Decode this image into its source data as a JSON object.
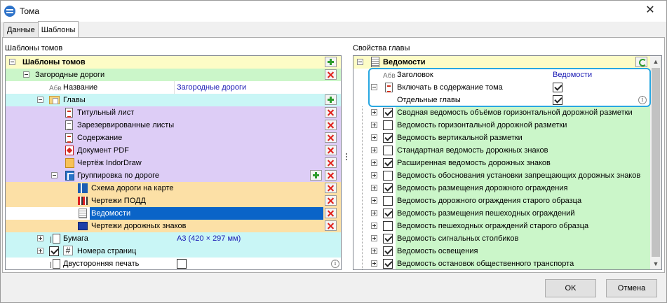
{
  "window": {
    "title": "Тома"
  },
  "tabs": [
    {
      "label": "Данные"
    },
    {
      "label": "Шаблоны"
    }
  ],
  "left": {
    "label": "Шаблоны томов",
    "header": "Шаблоны томов",
    "group_road": "Загородные дороги",
    "name_label": "Название",
    "name_value": "Загородные дороги",
    "abv_icon_text": "Абв",
    "chapters": "Главы",
    "items": {
      "title_sheet": "Титульный лист",
      "reserved": "Зарезервированные листы",
      "contents": "Содержание",
      "pdf": "Документ PDF",
      "indordraw": "Чертёж IndorDraw",
      "grouping": "Группировка по дороге",
      "map": "Схема дороги на карте",
      "podd": "Чертежи ПОДД",
      "vedomosti": "Ведомости",
      "signs": "Чертежи дорожных знаков"
    },
    "paper_label": "Бумага",
    "paper_value": "А3 (420 × 297 мм)",
    "page_numbers": "Номера страниц",
    "duplex": "Двусторонняя печать"
  },
  "right": {
    "label": "Свойства главы",
    "header": "Ведомости",
    "prop_title_label": "Заголовок",
    "prop_title_value": "Ведомости",
    "include_label": "Включать в содержание тома",
    "separate_label": "Отдельные главы",
    "abv_icon_text": "Абв",
    "list": [
      {
        "label": "Сводная ведомость объёмов горизонтальной дорожной разметки",
        "checked": true
      },
      {
        "label": "Ведомость горизонтальной дорожной разметки",
        "checked": false
      },
      {
        "label": "Ведомость вертикальной разметки",
        "checked": true
      },
      {
        "label": "Стандартная ведомость дорожных знаков",
        "checked": false
      },
      {
        "label": "Расширенная ведомость дорожных знаков",
        "checked": true
      },
      {
        "label": "Ведомость обоснования установки запрещающих дорожных знаков",
        "checked": false
      },
      {
        "label": "Ведомость размещения дорожного ограждения",
        "checked": true
      },
      {
        "label": "Ведомость дорожного ограждения старого образца",
        "checked": false
      },
      {
        "label": "Ведомость размещения пешеходных ограждений",
        "checked": true
      },
      {
        "label": "Ведомость пешеходных ограждений старого образца",
        "checked": false
      },
      {
        "label": "Ведомость сигнальных столбиков",
        "checked": true
      },
      {
        "label": "Ведомость освещения",
        "checked": true
      },
      {
        "label": "Ведомость остановок общественного транспорта",
        "checked": true
      }
    ]
  },
  "buttons": {
    "ok": "OK",
    "cancel": "Отмена"
  },
  "glyphs": {
    "close": "✕",
    "info": "i",
    "arrow_up": "▲",
    "arrow_down": "▼"
  }
}
